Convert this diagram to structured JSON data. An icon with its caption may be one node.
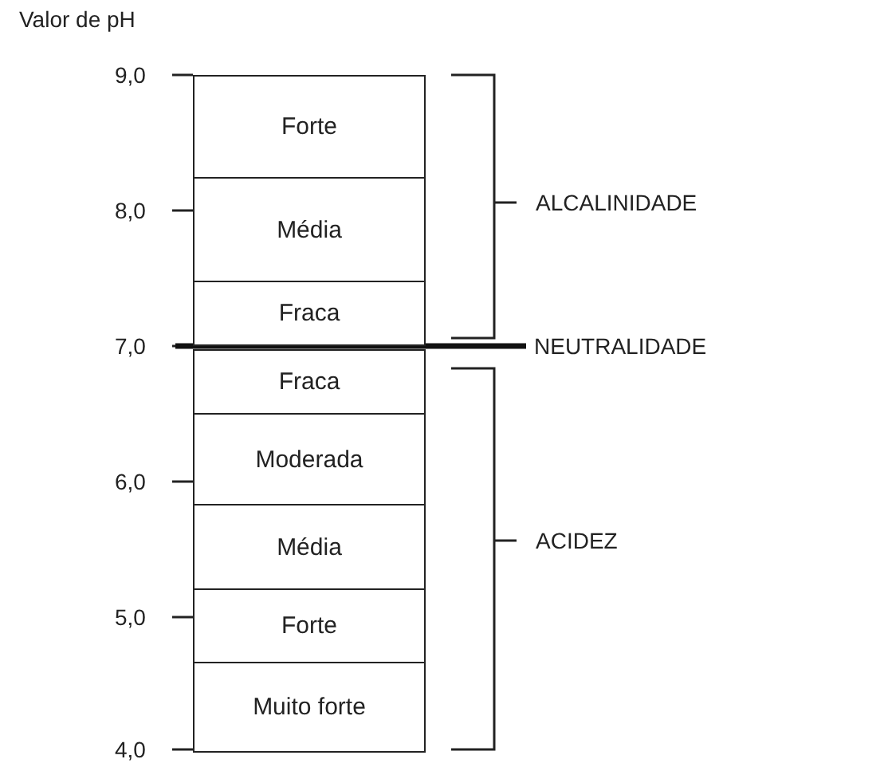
{
  "diagram": {
    "nodes": [
      {
        "text": [
          "Forte"
        ]
      },
      {
        "text": [
          "Média"
        ]
      },
      {
        "text": [
          "Fraca"
        ]
      },
      {
        "text": [
          "Fraca"
        ]
      },
      {
        "text": [
          "Moderada"
        ]
      },
      {
        "text": [
          "Média"
        ]
      },
      {
        "text": [
          "Forte"
        ]
      },
      {
        "text": [
          "Muito forte"
        ]
      }
    ],
    "edges": [],
    "labels": [
      "Valor de pH",
      "9,0",
      "8,0",
      "7,0",
      "6,0",
      "5,0",
      "4,0",
      "ALCALINIDADE",
      "NEUTRALIDADE",
      "ACIDEZ"
    ]
  }
}
